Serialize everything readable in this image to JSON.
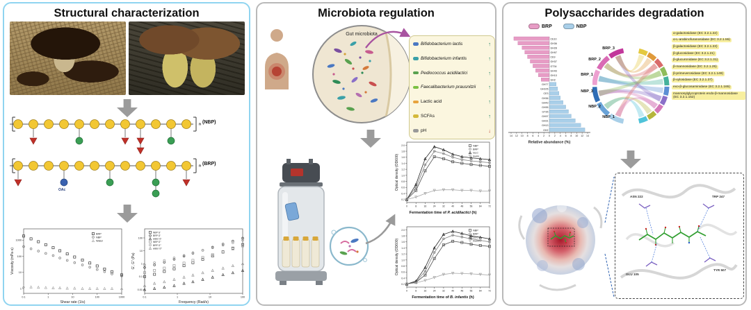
{
  "panel1": {
    "title": "Structural characterization",
    "repeat_sub": "n",
    "nbp_label": "(NBP)",
    "brp_label": "(BRP)",
    "oac_label": "OAc"
  },
  "panel2": {
    "title": "Microbiota regulation",
    "gut_label": "Gut microbiota",
    "effects": [
      {
        "label": "Bifidobacterium lactis",
        "arrow": "↑",
        "color": "#4a78c2"
      },
      {
        "label": "Bifidobacterium infantis",
        "arrow": "↑",
        "color": "#3aa0a8"
      },
      {
        "label": "Pediococcus acidilactici",
        "arrow": "↑",
        "color": "#59a14f"
      },
      {
        "label": "Faecalibacterium prausnitzii",
        "arrow": "↑",
        "color": "#7bc043"
      },
      {
        "label": "Lactic acid",
        "arrow": "↑",
        "color": "#e8a33d"
      },
      {
        "label": "SCFAs",
        "arrow": "↑",
        "color": "#d4b83a"
      },
      {
        "label": "pH",
        "arrow": "↓",
        "color": "#999999"
      }
    ],
    "plot1_xlabel": {
      "pre": "Fermentation time of ",
      "species": "P. acidilactici",
      "suf": " (h)"
    },
    "plot2_xlabel": {
      "pre": "Fermentation time of ",
      "species": "B. infantis",
      "suf": " (h)"
    }
  },
  "panel3": {
    "title": "Polysaccharides degradation",
    "legend": [
      {
        "label": "BRP",
        "color": "#e79cc5"
      },
      {
        "label": "NBP",
        "color": "#a9cfe9"
      }
    ],
    "chord": {
      "groups": [
        "BRP_3",
        "BRP_2",
        "BRP_1",
        "NBP_3",
        "NBP_2",
        "NBP_1"
      ],
      "enzymes": [
        "α-galactosidase (EC 3.2.1.22)",
        "α-L-arabinofuranosidase (EC 3.2.1.55)",
        "β-galactosidase (EC 3.2.1.23)",
        "β-glucosidase (EC 3.2.1.21)",
        "β-glucuronidase (EC 3.2.1.31)",
        "β-mannosidase (EC 3.2.1.25)",
        "β-primeverosidase (EC 3.2.1.149)",
        "β-xylosidase (EC 3.2.1.37)",
        "exo-β-glucosaminidase (EC 3.2.1.165)",
        "mannosylglycoprotein endo-β-mannosidase (EC 3.2.1.152)"
      ]
    },
    "residues": [
      "ASN 222",
      "TRP 247",
      "GLU 105",
      "TYR 507"
    ]
  },
  "chart_data": [
    {
      "id": "viscosity",
      "type": "scatter",
      "title": "",
      "xlabel": "Shear rate (1/s)",
      "ylabel": "Viscosity (mPa·s)",
      "xscale": "log",
      "yscale": "log",
      "xlim": [
        0.1,
        1000
      ],
      "ylim": [
        0.5,
        5000
      ],
      "xticks": [
        0.1,
        1,
        10,
        100,
        1000
      ],
      "yticks": [
        1,
        10,
        100,
        1000
      ],
      "x": [
        0.1,
        0.2,
        0.4,
        0.8,
        1.6,
        3,
        6,
        12,
        25,
        50,
        100,
        200,
        400,
        1000
      ],
      "series": [
        {
          "name": "BRP",
          "color": "#333333",
          "marker": "sq",
          "line": false,
          "values": [
            1800,
            1200,
            800,
            520,
            340,
            220,
            140,
            90,
            58,
            38,
            25,
            16,
            11,
            7
          ]
        },
        {
          "name": "NBP",
          "color": "#777777",
          "marker": "ci",
          "line": false,
          "values": [
            400,
            290,
            210,
            150,
            110,
            78,
            56,
            40,
            29,
            21,
            15,
            11,
            8,
            6
          ]
        },
        {
          "name": "Water",
          "color": "#aaaaaa",
          "marker": "tri",
          "line": false,
          "values": [
            1.3,
            1.25,
            1.2,
            1.15,
            1.1,
            1.1,
            1.05,
            1.05,
            1,
            1,
            1,
            1,
            1,
            1
          ]
        }
      ]
    },
    {
      "id": "moduli",
      "type": "scatter",
      "title": "",
      "xlabel": "Frequency (Rad/s)",
      "ylabel": "G′, G″ (Pa)",
      "xscale": "log",
      "yscale": "log",
      "xlim": [
        0.1,
        100
      ],
      "ylim": [
        0.005,
        500
      ],
      "xticks": [
        0.1,
        1,
        10,
        100
      ],
      "yticks": [
        0.01,
        0.1,
        1,
        10,
        100
      ],
      "x": [
        0.1,
        0.2,
        0.4,
        0.8,
        1.6,
        3,
        6,
        12,
        25,
        50,
        100
      ],
      "series": [
        {
          "name": "NBP G′",
          "color": "#444444",
          "marker": "sq",
          "line": false,
          "values": [
            0.1,
            0.15,
            0.25,
            0.4,
            0.7,
            1.2,
            2.2,
            4,
            8,
            16,
            30
          ]
        },
        {
          "name": "BRP G′",
          "color": "#444444",
          "marker": "ci",
          "line": false,
          "values": [
            0.5,
            0.8,
            1.3,
            2.2,
            3.8,
            6.5,
            11,
            19,
            33,
            56,
            95
          ]
        },
        {
          "name": "water G′",
          "color": "#444444",
          "marker": "tri",
          "line": false,
          "values": [
            0.01,
            0.012,
            0.015,
            0.02,
            0.03,
            0.04,
            0.06,
            0.09,
            0.14,
            0.2,
            0.3
          ]
        },
        {
          "name": "NBP G″",
          "color": "#999999",
          "marker": "sq",
          "line": false,
          "values": [
            0.2,
            0.3,
            0.45,
            0.7,
            1.1,
            1.8,
            3,
            5,
            8.5,
            14,
            24
          ]
        },
        {
          "name": "BRP G″",
          "color": "#999999",
          "marker": "ci",
          "line": false,
          "values": [
            0.8,
            1.2,
            1.8,
            2.8,
            4.4,
            7,
            11,
            17,
            27,
            42,
            66
          ]
        },
        {
          "name": "water G″",
          "color": "#999999",
          "marker": "tri",
          "line": false,
          "values": [
            0.02,
            0.03,
            0.04,
            0.06,
            0.09,
            0.13,
            0.2,
            0.3,
            0.45,
            0.7,
            1
          ]
        }
      ]
    },
    {
      "id": "pacid",
      "type": "line",
      "title": "",
      "xlabel": "Fermentation time of P. acidilactici (h)",
      "ylabel": "Optical density (OD600)",
      "xlim": [
        0,
        72
      ],
      "ylim": [
        0.1,
        2.1
      ],
      "xticks": [
        0,
        8,
        16,
        24,
        32,
        40,
        48,
        56,
        64,
        72
      ],
      "yticks": [
        0.2,
        0.4,
        0.6,
        0.8,
        1.0,
        1.2,
        1.4,
        1.6,
        1.8,
        2.0
      ],
      "ytickFmt": "fixed1",
      "x": [
        0,
        8,
        16,
        24,
        32,
        40,
        48,
        56,
        64,
        72
      ],
      "series": [
        {
          "name": "NBP",
          "color": "#4d4d4d",
          "marker": "sq",
          "values": [
            0.2,
            0.5,
            1.15,
            1.62,
            1.55,
            1.45,
            1.4,
            1.36,
            1.33,
            1.3
          ]
        },
        {
          "name": "BRP",
          "color": "#808080",
          "marker": "ci",
          "values": [
            0.2,
            0.6,
            1.35,
            1.8,
            1.72,
            1.6,
            1.52,
            1.48,
            1.45,
            1.42
          ]
        },
        {
          "name": "GLC",
          "color": "#262626",
          "marker": "tri",
          "values": [
            0.2,
            0.7,
            1.55,
            1.95,
            1.85,
            1.7,
            1.62,
            1.58,
            1.55,
            1.52
          ]
        },
        {
          "name": "Inulin",
          "color": "#a6a6a6",
          "marker": "tridown",
          "values": [
            0.2,
            0.28,
            0.4,
            0.5,
            0.52,
            0.52,
            0.5,
            0.5,
            0.48,
            0.48
          ]
        }
      ]
    },
    {
      "id": "binf",
      "type": "line",
      "title": "",
      "xlabel": "Fermentation time of B. infantis (h)",
      "ylabel": "Optical density (OD600)",
      "xlim": [
        0,
        72
      ],
      "ylim": [
        0.1,
        2.1
      ],
      "xticks": [
        0,
        8,
        16,
        24,
        32,
        40,
        48,
        56,
        64,
        72
      ],
      "yticks": [
        0.2,
        0.4,
        0.6,
        0.8,
        1.0,
        1.2,
        1.4,
        1.6,
        1.8,
        2.0
      ],
      "ytickFmt": "fixed1",
      "x": [
        0,
        8,
        16,
        24,
        32,
        40,
        48,
        56,
        64,
        72
      ],
      "series": [
        {
          "name": "NBP",
          "color": "#4d4d4d",
          "marker": "sq",
          "values": [
            0.2,
            0.26,
            0.5,
            1.05,
            1.5,
            1.62,
            1.58,
            1.52,
            1.48,
            1.45
          ]
        },
        {
          "name": "BRP",
          "color": "#808080",
          "marker": "ci",
          "values": [
            0.2,
            0.28,
            0.62,
            1.25,
            1.7,
            1.82,
            1.76,
            1.7,
            1.65,
            1.6
          ]
        },
        {
          "name": "GLC",
          "color": "#262626",
          "marker": "tri",
          "values": [
            0.2,
            0.3,
            0.75,
            1.4,
            1.85,
            1.95,
            1.88,
            1.8,
            1.75,
            1.7
          ]
        },
        {
          "name": "Inulin",
          "color": "#a6a6a6",
          "marker": "tridown",
          "values": [
            0.2,
            0.24,
            0.32,
            0.42,
            0.52,
            0.56,
            0.55,
            0.54,
            0.52,
            0.5
          ]
        }
      ]
    },
    {
      "id": "abundance",
      "type": "bar",
      "title": "",
      "xlabel": "Relative abundance (%)",
      "xmax": 14,
      "xticks": [
        14,
        12,
        10,
        8,
        6,
        4,
        2,
        0,
        2,
        4,
        6,
        8,
        10,
        12,
        14
      ],
      "colors": {
        "BRP": "#e79cc5",
        "NBP": "#a9cfe9"
      },
      "rows": [
        {
          "label": "CE10",
          "side": "BRP",
          "value": 13
        },
        {
          "label": "GH36",
          "side": "BRP",
          "value": 11.5
        },
        {
          "label": "GH28",
          "side": "BRP",
          "value": 10
        },
        {
          "label": "GH97",
          "side": "BRP",
          "value": 9
        },
        {
          "label": "CE9",
          "side": "BRP",
          "value": 8
        },
        {
          "label": "GH37",
          "side": "BRP",
          "value": 7
        },
        {
          "label": "GT34",
          "side": "BRP",
          "value": 6
        },
        {
          "label": "GH43",
          "side": "BRP",
          "value": 5
        },
        {
          "label": "GH13",
          "side": "BRP",
          "value": 4
        },
        {
          "label": "GH2",
          "side": "BRP",
          "value": 3
        },
        {
          "label": "GH77",
          "side": "NBP",
          "value": 2.5
        },
        {
          "label": "GH105",
          "side": "NBP",
          "value": 3
        },
        {
          "label": "CE3",
          "side": "NBP",
          "value": 3.5
        },
        {
          "label": "GH36",
          "side": "NBP",
          "value": 4
        },
        {
          "label": "GH43",
          "side": "NBP",
          "value": 5
        },
        {
          "label": "GH95",
          "side": "NBP",
          "value": 6
        },
        {
          "label": "GT35",
          "side": "NBP",
          "value": 7
        },
        {
          "label": "GH97",
          "side": "NBP",
          "value": 8
        },
        {
          "label": "GH31",
          "side": "NBP",
          "value": 9.5
        },
        {
          "label": "GH13",
          "side": "NBP",
          "value": 11.5
        },
        {
          "label": "GH2",
          "side": "NBP",
          "value": 13
        }
      ]
    }
  ]
}
